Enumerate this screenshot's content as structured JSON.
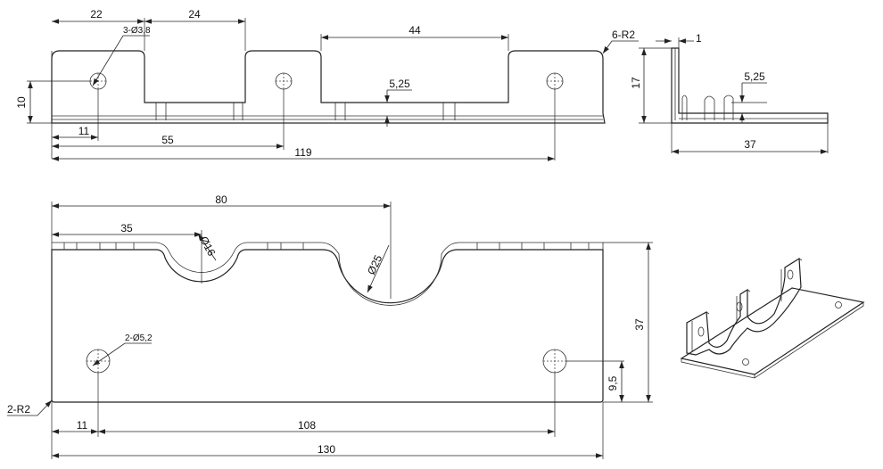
{
  "front_view": {
    "dims": {
      "d22": "22",
      "d24": "24",
      "d44": "44",
      "d10": "10",
      "d11": "11",
      "d55": "55",
      "d119": "119",
      "d525": "5,25"
    },
    "hole_note": "3-Ø3,8",
    "radius_note": "6-R2"
  },
  "side_view": {
    "dims": {
      "d1": "1",
      "d17": "17",
      "d525": "5,25",
      "d37": "37"
    }
  },
  "top_view": {
    "dims": {
      "d80": "80",
      "d35": "35",
      "d16": "Ø16",
      "d25": "Ø25",
      "d37": "37",
      "d95": "9,5",
      "d11": "11",
      "d108": "108",
      "d130": "130"
    },
    "hole_note": "2-Ø5,2",
    "radius_note": "2-R2"
  },
  "colors": {
    "line": "#222222",
    "background": "#ffffff"
  }
}
